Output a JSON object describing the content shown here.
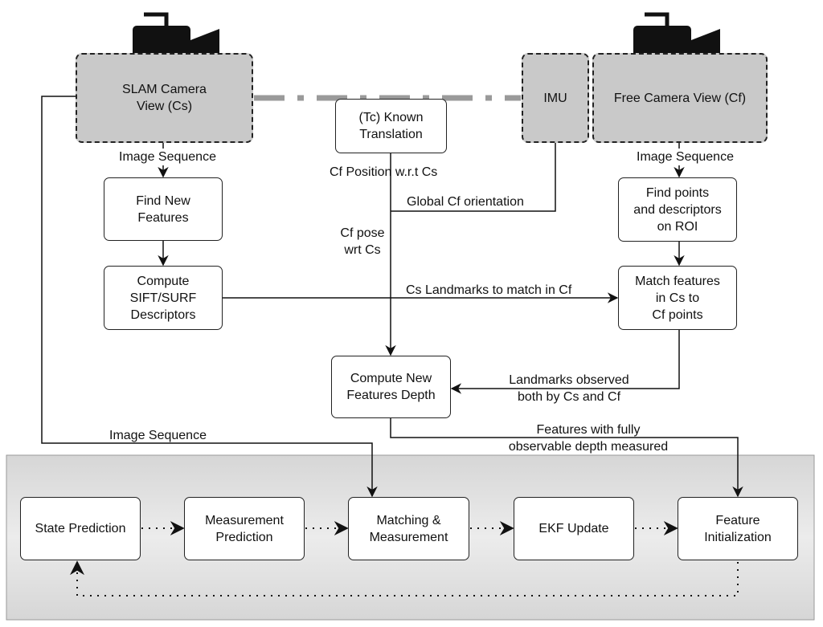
{
  "cameras": {
    "slam": "SLAM Camera\nView (Cs)",
    "imu": "IMU",
    "free": "Free Camera View (Cf)"
  },
  "icons": {
    "slam_camera": "video-camera-icon",
    "free_camera": "video-camera-icon"
  },
  "boxes": {
    "translation": "(Tc) Known\nTranslation",
    "find_features": "Find New\nFeatures",
    "compute_desc": "Compute\nSIFT/SURF\nDescriptors",
    "find_points": "Find points\nand descriptors\non ROI",
    "match_features": "Match features\nin Cs to\nCf points",
    "compute_depth": "Compute New\nFeatures Depth"
  },
  "pipeline": {
    "state_prediction": "State Prediction",
    "measurement_prediction": "Measurement\nPrediction",
    "matching": "Matching &\nMeasurement",
    "ekf_update": "EKF Update",
    "feature_init": "Feature\nInitialization"
  },
  "labels": {
    "image_seq_left": "Image Sequence",
    "image_seq_right": "Image Sequence",
    "cf_position": "Cf Position w.r.t Cs",
    "global_orientation": "Global Cf orientation",
    "cf_pose": "Cf pose\nwrt Cs",
    "cs_landmarks": "Cs Landmarks to match in Cf",
    "landmarks_observed": "Landmarks observed\nboth by Cs and Cf",
    "features_depth": "Features with fully\nobservable depth measured",
    "image_seq_bottom": "Image Sequence"
  }
}
